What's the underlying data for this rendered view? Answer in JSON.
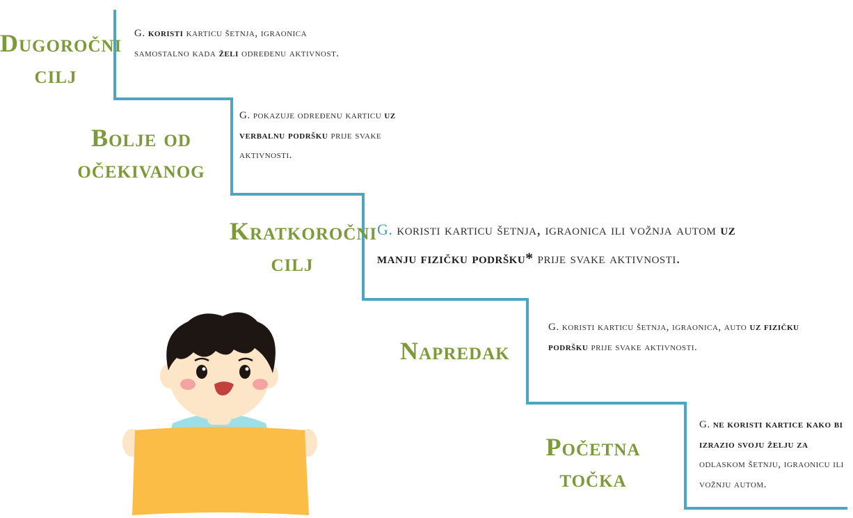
{
  "colors": {
    "stair_line": "#4aa6c1",
    "level_label": "#7c9a3b",
    "text": "#2e2e2e",
    "accent_g": "#4a98ad",
    "sign": "#fbbd45",
    "shirt": "#9ddfe6",
    "hair": "#1e1613",
    "skin": "#fde5c8",
    "cheek": "#f4a3a3"
  },
  "levels": [
    {
      "key": "dugorocni",
      "label_lines": [
        "Dugoročni",
        "cilj"
      ],
      "description_segments": [
        {
          "text": "G. ",
          "bold": false
        },
        {
          "text": "koristi",
          "bold": true
        },
        {
          "text": " karticu šetnja, igraonica samostalno kada ",
          "bold": false
        },
        {
          "text": "želi",
          "bold": true
        },
        {
          "text": " određenu aktivnost.",
          "bold": false
        }
      ]
    },
    {
      "key": "bolje",
      "label_lines": [
        "Bolje od",
        "očekivanog"
      ],
      "description_segments": [
        {
          "text": "G. pokazuje  određenu karticu ",
          "bold": false
        },
        {
          "text": "uz verbalnu podršku",
          "bold": true
        },
        {
          "text": " prije svake aktivnosti.",
          "bold": false
        }
      ]
    },
    {
      "key": "kratkorocni",
      "label_lines": [
        "Kratkoročni",
        "cilj"
      ],
      "description_segments": [
        {
          "text": "G.",
          "bold": false,
          "accent": true
        },
        {
          "text": " koristi karticu šetnja, igraonica ili vožnja autom ",
          "bold": false
        },
        {
          "text": "uz manju fizičku podršku*",
          "bold": true
        },
        {
          "text": " prije svake aktivnosti.",
          "bold": false
        }
      ]
    },
    {
      "key": "napredak",
      "label_lines": [
        "Napredak"
      ],
      "description_segments": [
        {
          "text": "G. koristi   karticu   šetnja, igraonica, auto ",
          "bold": false
        },
        {
          "text": "uz fizičku podršku",
          "bold": true
        },
        {
          "text": " prije svake aktivnosti.",
          "bold": false
        }
      ]
    },
    {
      "key": "pocetna",
      "label_lines": [
        "Početna",
        "točka"
      ],
      "description_segments": [
        {
          "text": "G. ",
          "bold": false
        },
        {
          "text": "ne koristi kartice kako bi izrazio svoju želju za",
          "bold": true
        },
        {
          "text": " odlaskom šetnju, igraonicu ili vožnju autom.",
          "bold": false
        }
      ]
    }
  ]
}
